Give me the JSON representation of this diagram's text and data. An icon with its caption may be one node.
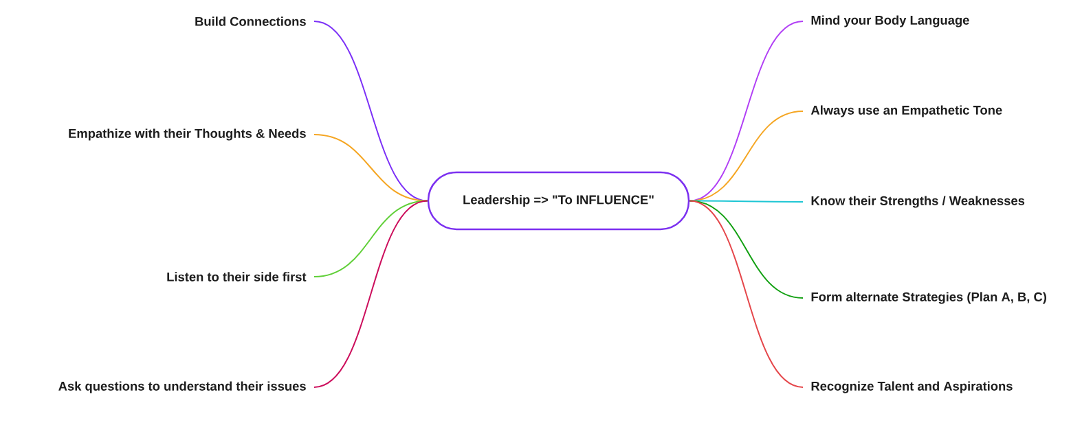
{
  "diagram": {
    "nodes": [
      {
        "text": [
          "Leadership => \"To INFLUENCE\""
        ]
      },
      {
        "text": [
          "Build Connections"
        ]
      },
      {
        "text": [
          "Empathize with their Thoughts & Needs"
        ]
      },
      {
        "text": [
          "Listen to their side first"
        ]
      },
      {
        "text": [
          "Ask questions to understand their issues"
        ]
      },
      {
        "text": [
          "Mind your Body Language"
        ]
      },
      {
        "text": [
          "Always use an Empathetic Tone"
        ]
      },
      {
        "text": [
          "Know their Strengths / Weaknesses"
        ]
      },
      {
        "text": [
          "Form alternate Strategies (Plan A, B, C)"
        ]
      },
      {
        "text": [
          "Recognize Talent and Aspirations"
        ]
      }
    ],
    "edges": [
      {
        "from": 0,
        "to": 1,
        "arrow": "none",
        "color": "#7b2ff7"
      },
      {
        "from": 0,
        "to": 2,
        "arrow": "none",
        "color": "#f5a623"
      },
      {
        "from": 0,
        "to": 3,
        "arrow": "none",
        "color": "#5fcf37"
      },
      {
        "from": 0,
        "to": 4,
        "arrow": "none",
        "color": "#cc0e5c"
      },
      {
        "from": 0,
        "to": 5,
        "arrow": "none",
        "color": "#b13ff5"
      },
      {
        "from": 0,
        "to": 6,
        "arrow": "none",
        "color": "#f5a623"
      },
      {
        "from": 0,
        "to": 7,
        "arrow": "none",
        "color": "#1ec6d4"
      },
      {
        "from": 0,
        "to": 8,
        "arrow": "none",
        "color": "#12a012"
      },
      {
        "from": 0,
        "to": 9,
        "arrow": "none",
        "color": "#e5474b"
      }
    ]
  }
}
